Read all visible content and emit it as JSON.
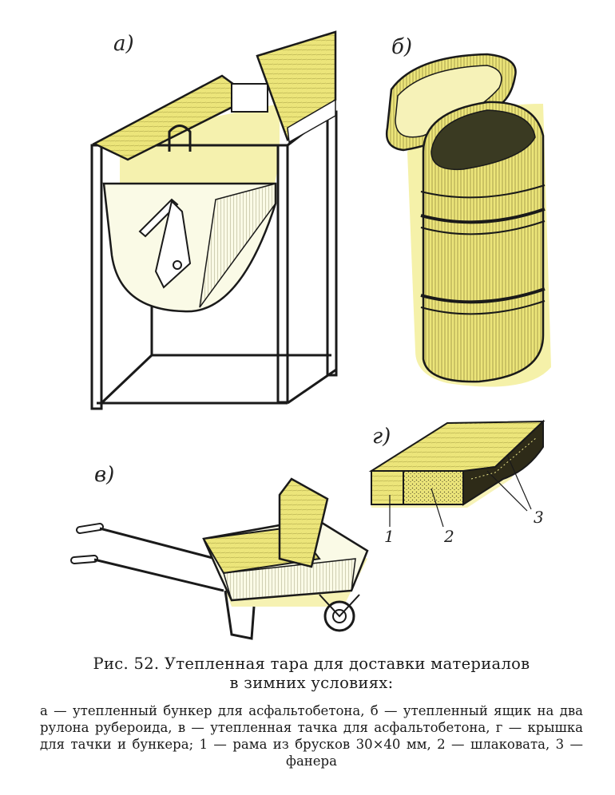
{
  "labels": {
    "a": "а)",
    "b": "б)",
    "v": "в)",
    "g": "г)"
  },
  "callouts": {
    "one": "1",
    "two": "2",
    "three": "3"
  },
  "caption": {
    "title_line1": "Рис. 52. Утепленная тара для доставки материалов",
    "title_line2": "в зимних условиях:",
    "body": "а — утепленный бункер для асфальтобетона, б — утепленный ящик на два рулона рубероида, в — утепленная тачка для асфальтобетона, г — крышка для тачки и бункера; 1 — рама из брусков 30×40 мм, 2 — шлаковата, 3 — фанера"
  },
  "colors": {
    "accent": "#ece57a",
    "accent_dark": "#c9c04c",
    "ink": "#1a1a1a"
  }
}
